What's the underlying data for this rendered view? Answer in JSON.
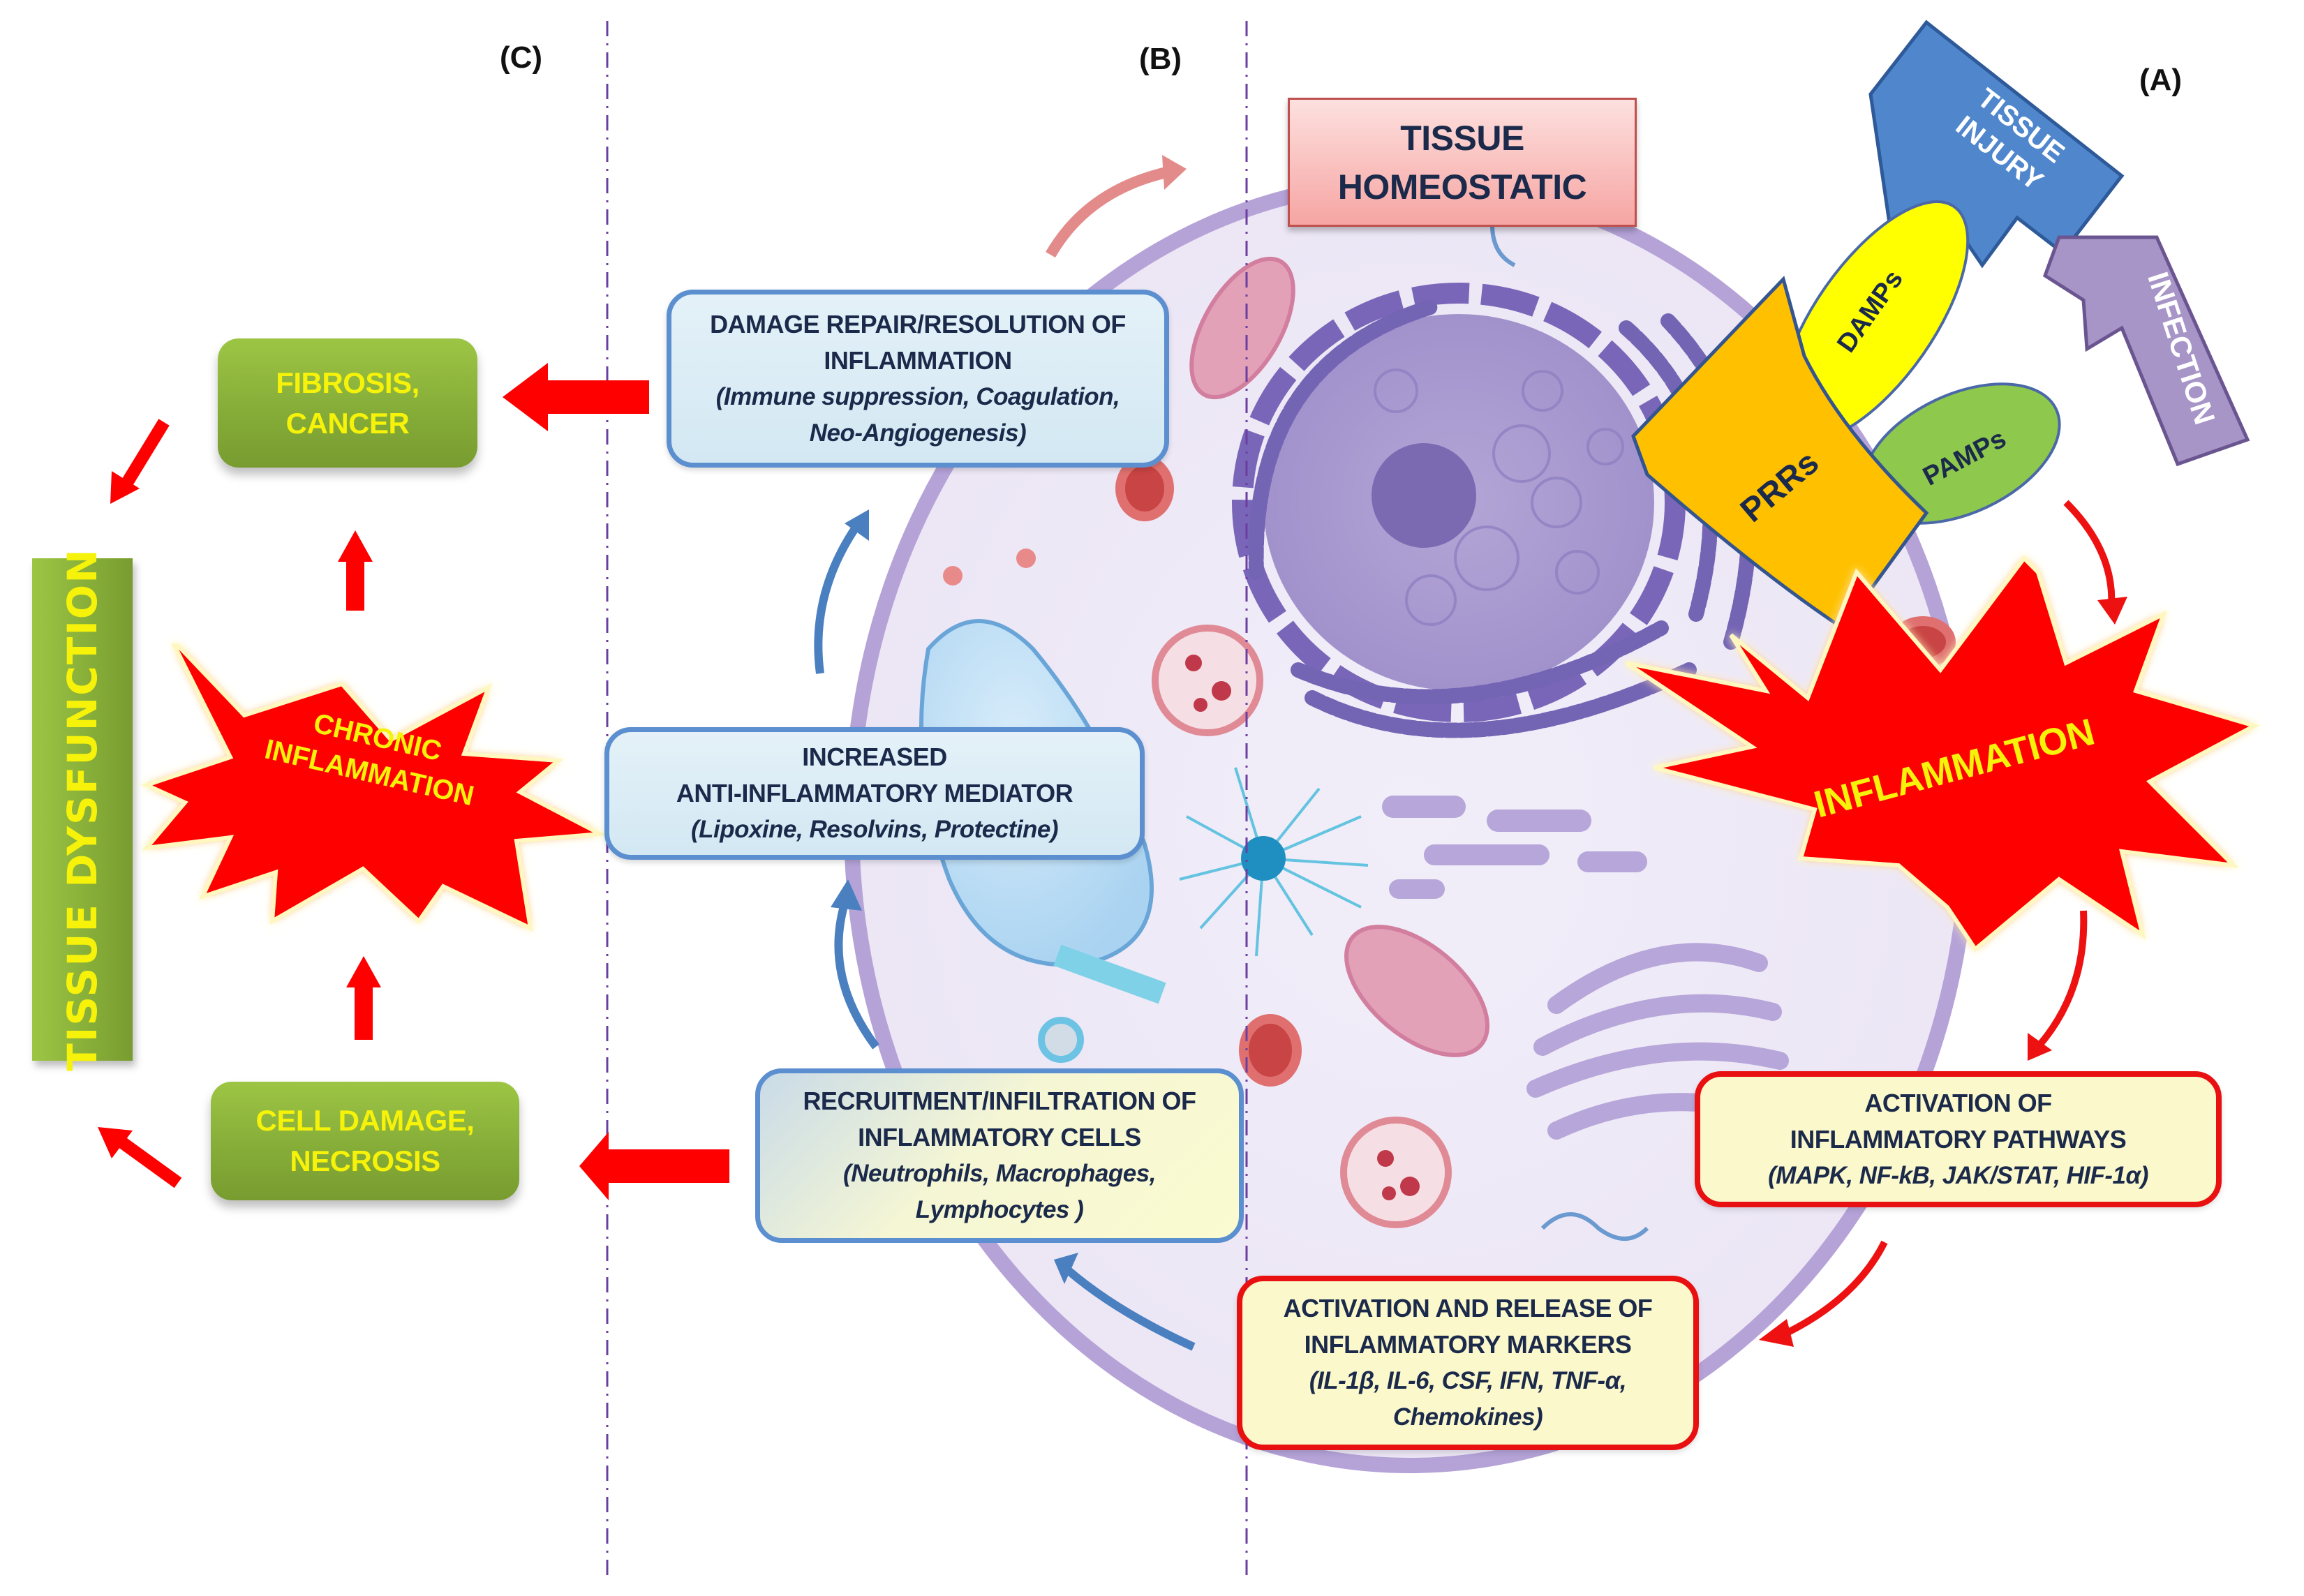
{
  "panels": {
    "a": "(A)",
    "b": "(B)",
    "c": "(C)"
  },
  "colors": {
    "inflammation_red": "#ff0000",
    "label_yellow": "#f6f20a",
    "text_navy": "#1b2a4a",
    "blue_border": "#5b8fd0",
    "red_border": "#e81010",
    "green_box": "#86ad38",
    "cell_lavender": "#efeaf7",
    "membrane": "#b5a3d8",
    "divider": "#6a3fa0"
  },
  "panel_a": {
    "tissue_homeostatic": [
      "TISSUE",
      "HOMEOSTATIC"
    ],
    "tissue_injury": [
      "TISSUE",
      "INJURY"
    ],
    "infection": "INFECTION",
    "damps": "DAMPs",
    "pamps": "PAMPs",
    "prrs": "PRRs",
    "inflammation": "INFLAMMATION",
    "activation_pathways": {
      "title": [
        "ACTIVATION OF",
        "INFLAMMATORY PATHWAYS"
      ],
      "detail": "(MAPK, NF-kB, JAK/STAT, HIF-1α)"
    },
    "markers": {
      "title": [
        "ACTIVATION AND RELEASE OF",
        "INFLAMMATORY MARKERS"
      ],
      "detail": [
        "(IL-1β, IL-6, CSF, IFN, TNF-α,",
        "Chemokines)"
      ]
    }
  },
  "panel_b": {
    "recruitment": {
      "title": [
        "RECRUITMENT/INFILTRATION OF",
        "INFLAMMATORY CELLS"
      ],
      "detail": [
        "(Neutrophils, Macrophages,",
        "Lymphocytes )"
      ]
    },
    "anti_inflammatory": {
      "title": [
        "INCREASED",
        "ANTI-INFLAMMATORY MEDIATOR"
      ],
      "detail": "(Lipoxine, Resolvins, Protectine)"
    },
    "damage_repair": {
      "title": [
        "DAMAGE REPAIR/RESOLUTION OF",
        "INFLAMMATION"
      ],
      "detail": [
        "(Immune suppression,  Coagulation,",
        "Neo-Angiogenesis)"
      ]
    }
  },
  "panel_c": {
    "fibrosis": [
      "FIBROSIS,",
      "CANCER"
    ],
    "chronic": [
      "CHRONIC",
      "INFLAMMATION"
    ],
    "cell_damage": [
      "CELL DAMAGE,",
      "NECROSIS"
    ],
    "tissue_dysfunction": "TISSUE  DYSFUNCTION"
  }
}
